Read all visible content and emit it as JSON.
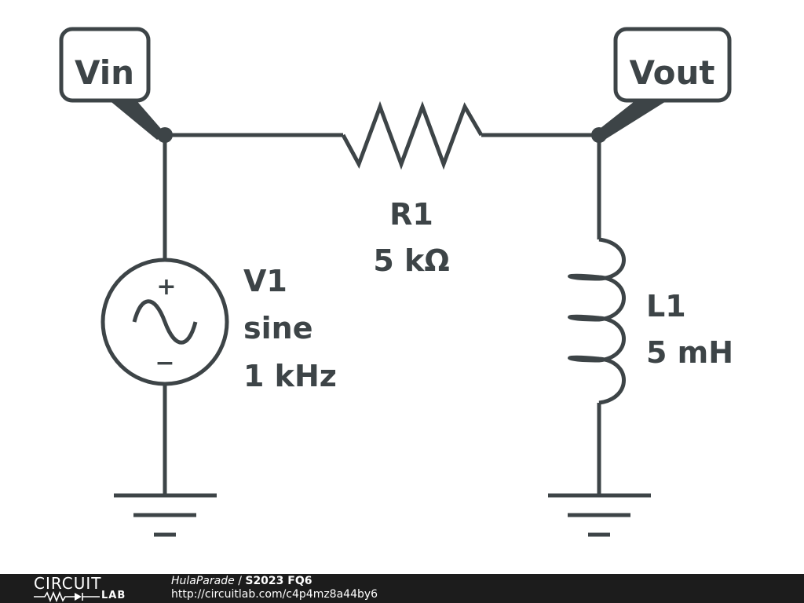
{
  "schematic": {
    "nodes": {
      "vin": "Vin",
      "vout": "Vout"
    },
    "components": {
      "r1": {
        "name": "R1",
        "value": "5 kΩ"
      },
      "v1": {
        "name": "V1",
        "waveform": "sine",
        "frequency": "1 kHz"
      },
      "l1": {
        "name": "L1",
        "value": "5 mH"
      }
    },
    "source_plus": "+",
    "source_minus": "−"
  },
  "footer": {
    "logo_top": "CIRCUIT",
    "logo_bottom": "LAB",
    "user": "HulaParade",
    "separator": "/",
    "title": "S2023 FQ6",
    "url": "http://circuitlab.com/c4p4mz8a44by6"
  },
  "colors": {
    "ink": "#3d4447",
    "footer_bg": "#1c1c1c",
    "footer_text": "#ffffff"
  }
}
